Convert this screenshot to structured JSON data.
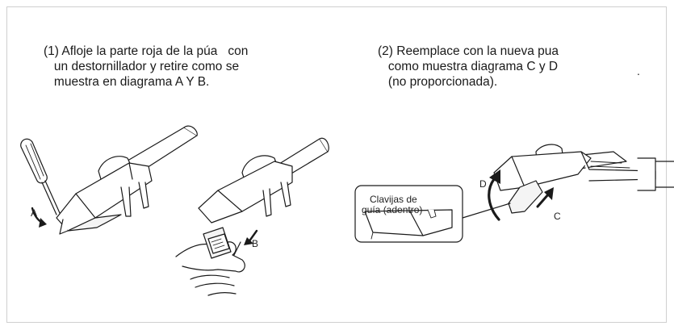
{
  "step1": {
    "line1": "(1) Afloje la parte roja de la púa   con",
    "line2": "   un destornillador y retire como se",
    "line3": "   muestra en diagrama A Y B."
  },
  "step2": {
    "line1": "(2) Reemplace con la nueva pua",
    "line2": "   como muestra diagrama C y D",
    "line3": "   (no proporcionada)."
  },
  "stray_dot": ".",
  "labels": {
    "a": "A",
    "b": "B",
    "c": "C",
    "d": "D"
  },
  "inset": {
    "line1": "Clavijas de",
    "line2": "guía (adentro)"
  }
}
